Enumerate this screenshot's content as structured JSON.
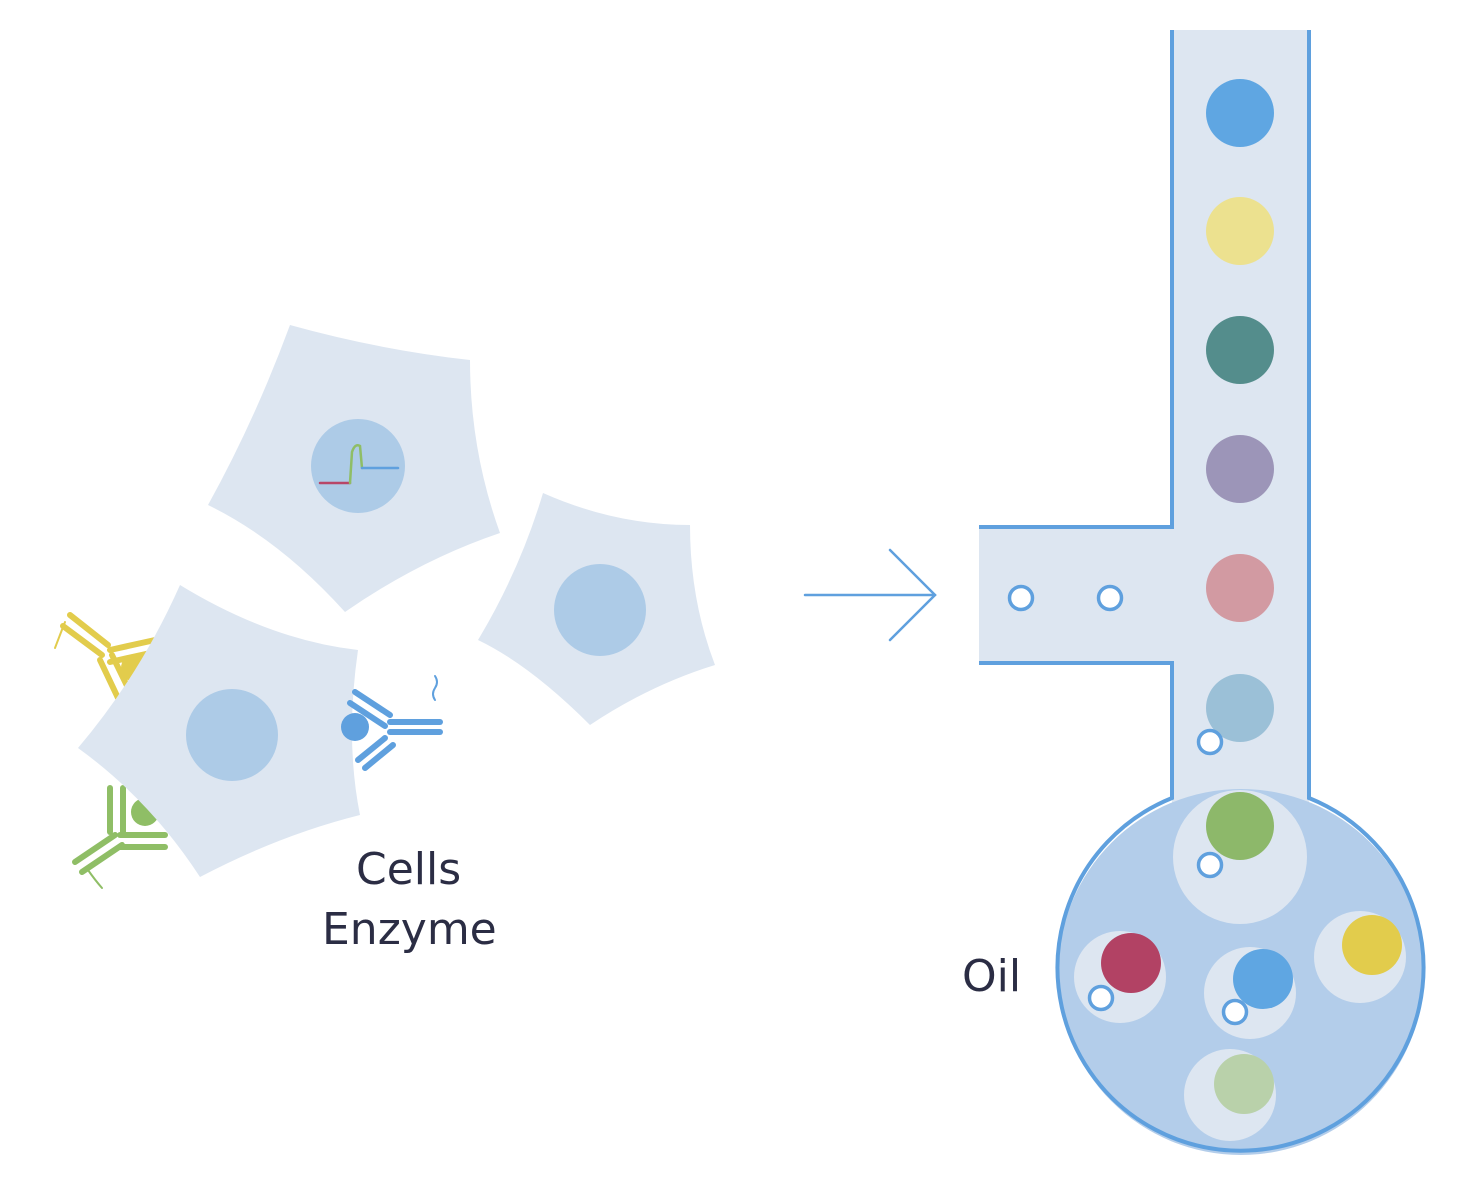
{
  "labels": {
    "cells": "Cells",
    "enzyme": "Enzyme",
    "oil": "Oil"
  },
  "colors": {
    "cell_body": "#dde6f1",
    "cell_nucleus": "#adcbe7",
    "channel_fill": "#dde6f1",
    "channel_outline": "#5fa0de",
    "bulb_fill": "#b3cdea",
    "arrow": "#5fa0de",
    "antibody_yellow": "#e2cc4c",
    "antibody_blue": "#5fa0de",
    "antibody_green": "#8fbe66",
    "dna_red": "#b84668",
    "dna_green": "#8fbe66",
    "dna_blue": "#5fa0de"
  },
  "channel_beads": [
    {
      "color": "#5fa6e2"
    },
    {
      "color": "#ece18f"
    },
    {
      "color": "#548d8c"
    },
    {
      "color": "#9c95b8"
    },
    {
      "color": "#d29aa2"
    },
    {
      "color": "#9bc0d7"
    },
    {
      "color": "#8db86a"
    }
  ],
  "bulb_droplets": [
    {
      "color": "#b24264"
    },
    {
      "color": "#5fa6e2"
    },
    {
      "color": "#e2cc4c"
    },
    {
      "color": "#b9d1aa"
    }
  ],
  "icons": [
    "cell-icon",
    "nucleus-icon",
    "antibody-icon",
    "dna-strand-icon",
    "arrow-right-icon",
    "microfluidic-channel-icon",
    "bead-icon",
    "droplet-icon"
  ]
}
